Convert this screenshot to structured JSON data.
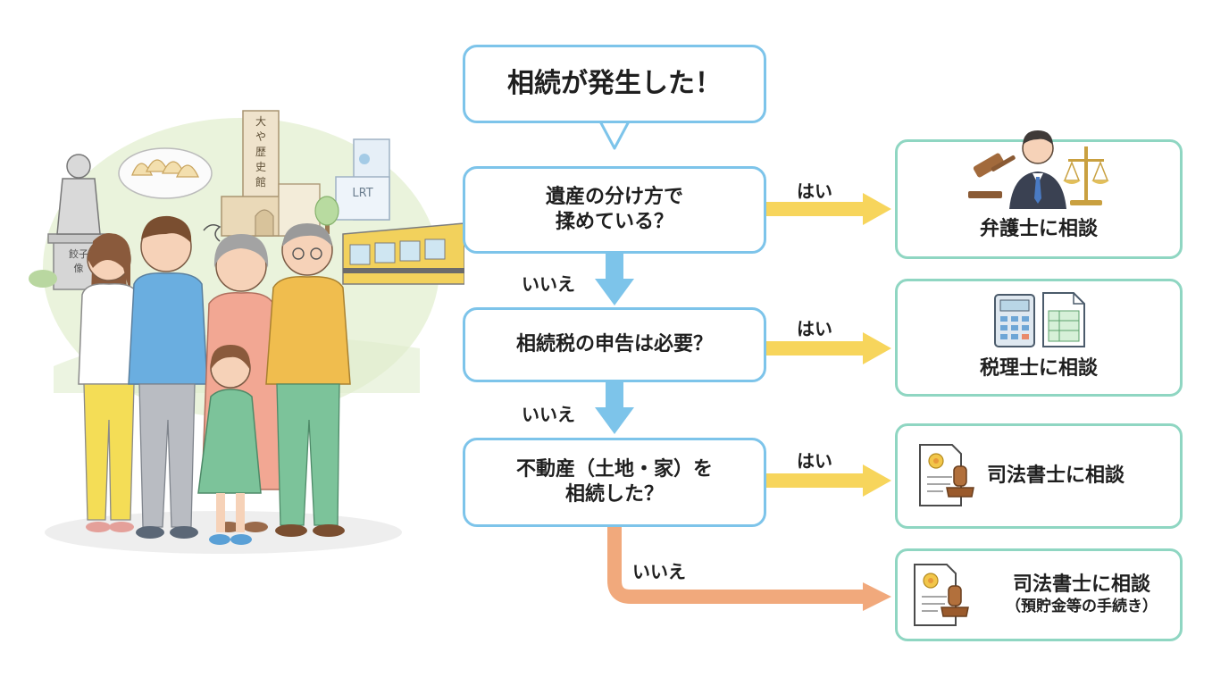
{
  "title": "相続が発生した！",
  "questions": [
    {
      "lines": [
        "遺産の分け方で",
        "揉めている？"
      ]
    },
    {
      "lines": [
        "相続税の申告は必要？"
      ]
    },
    {
      "lines": [
        "不動産（土地・家）を",
        "相続した？"
      ]
    }
  ],
  "yes_label": "はい",
  "no_label": "いいえ",
  "results": [
    {
      "label": "弁護士に相談",
      "icon": "lawyer-gavel-scales-icon"
    },
    {
      "label": "税理士に相談",
      "icon": "calculator-document-icon"
    },
    {
      "label": "司法書士に相談",
      "icon": "certificate-stamp-icon"
    },
    {
      "label": "司法書士に相談",
      "sub": "（預貯金等の手続き）",
      "icon": "certificate-stamp-icon"
    }
  ],
  "scene": {
    "museum_sign": [
      "大",
      "や",
      "歴",
      "史",
      "館"
    ],
    "statue_sign": [
      "餃子",
      "像"
    ],
    "tram_sign": "LRT"
  },
  "colors": {
    "question_border": "#7dc4ea",
    "result_border": "#8fd6c2",
    "down_arrow": "#7dc4ea",
    "yes_arrow": "#f7d55c",
    "final_arrow": "#f1a97c"
  }
}
